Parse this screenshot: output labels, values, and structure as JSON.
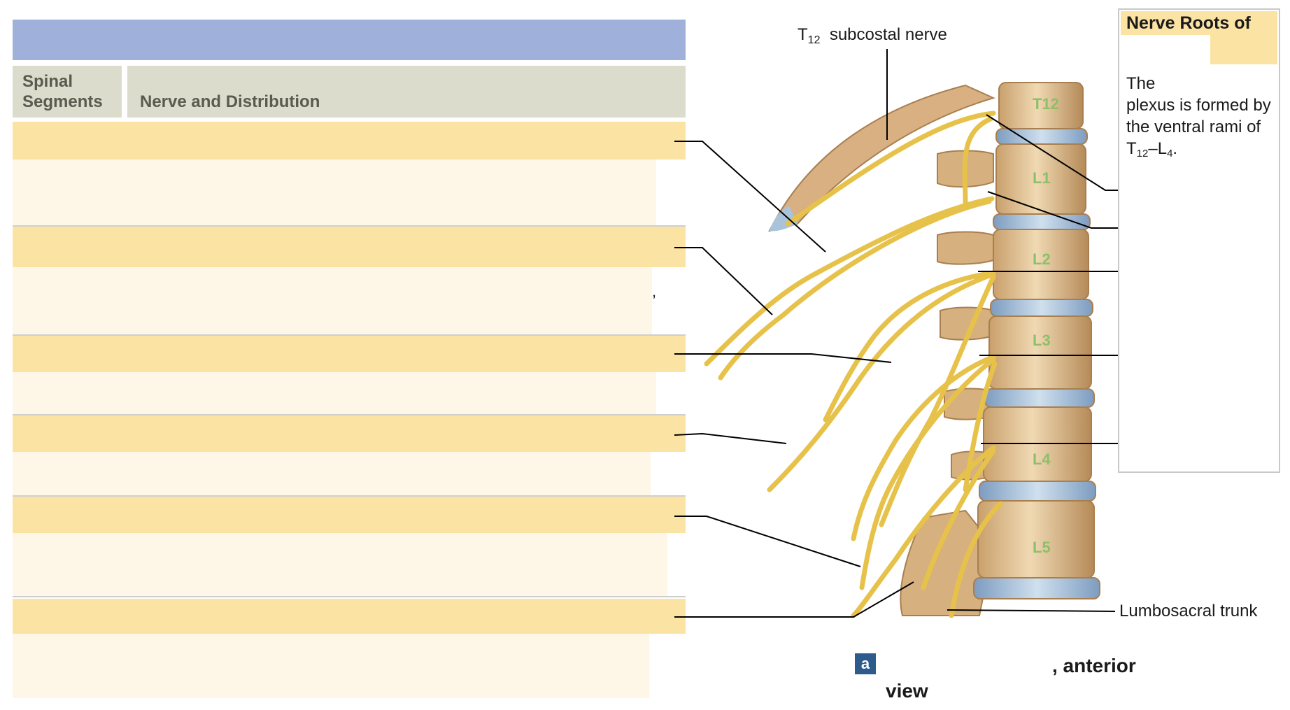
{
  "table": {
    "header": {
      "spinal_segments": "Spinal\nSegments",
      "nerve_and_distribution": "Nerve and Distribution"
    },
    "comma": ","
  },
  "figure": {
    "labels": {
      "subcostal_prefix": "T",
      "subcostal_sub": "12",
      "subcostal_text": "subcostal nerve",
      "t12": {
        "main": "T",
        "sub": "12"
      },
      "l1": {
        "main": "L",
        "sub": "1"
      },
      "l2": {
        "main": "L",
        "sub": "2"
      },
      "l3": {
        "main": "L",
        "sub": "3"
      },
      "l4": {
        "main": "L",
        "sub": "4"
      },
      "lumbosacral": "Lumbosacral trunk"
    },
    "vertebra_labels": [
      "T12",
      "L1",
      "L2",
      "L3",
      "L4",
      "L5"
    ],
    "caption": {
      "badge": "a",
      "line1": ", anterior",
      "line2": "view"
    }
  },
  "inset": {
    "title": "Nerve Roots of",
    "text_a": "The",
    "text_b": "plexus is formed by the ventral rami of T",
    "sub1": "12",
    "dash": "–L",
    "sub2": "4",
    "end": "."
  },
  "colors": {
    "header_blue": "#9fb0da",
    "row_yellow": "#fbe3a4",
    "row_cream": "#fef7e8",
    "nerve": "#f2d25a",
    "bone": "#d9b88a",
    "disc": "#9fb8d2",
    "badge": "#2c5b8c"
  }
}
